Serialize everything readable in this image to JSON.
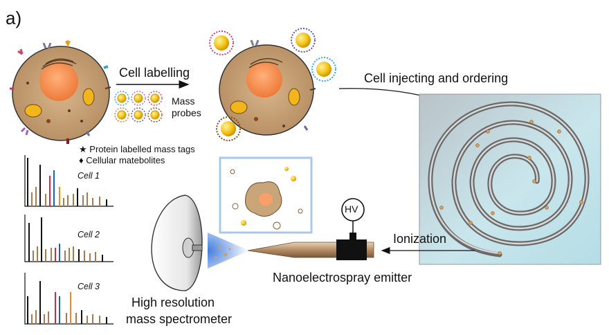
{
  "panel_label": "a)",
  "labels": {
    "cell_labelling": "Cell labelling",
    "mass_probes_line1": "Mass",
    "mass_probes_line2": "probes",
    "cell_injecting": "Cell injecting and ordering",
    "ionization": "Ionization",
    "hv": "HV",
    "emitter": "Nanoelectrospray emitter",
    "ms_line1": "High resolution",
    "ms_line2": "mass spectrometer"
  },
  "legend": {
    "protein": "Protein labelled mass tags",
    "metabolites": "Cellular matebolites"
  },
  "spectra": [
    {
      "label": "Cell 1"
    },
    {
      "label": "Cell 2"
    },
    {
      "label": "Cell 3"
    }
  ],
  "colors": {
    "cell_fill": "#c9a57a",
    "nucleus": "#f08a4b",
    "probe_gold": "#f2c515",
    "chamber": "#cfe8ec",
    "tube": "#9a9a9a",
    "peak_brown": "#a87a52",
    "peak_red": "#d02a3a",
    "peak_blue": "#1f5fb5",
    "peak_orange": "#f08a18"
  }
}
